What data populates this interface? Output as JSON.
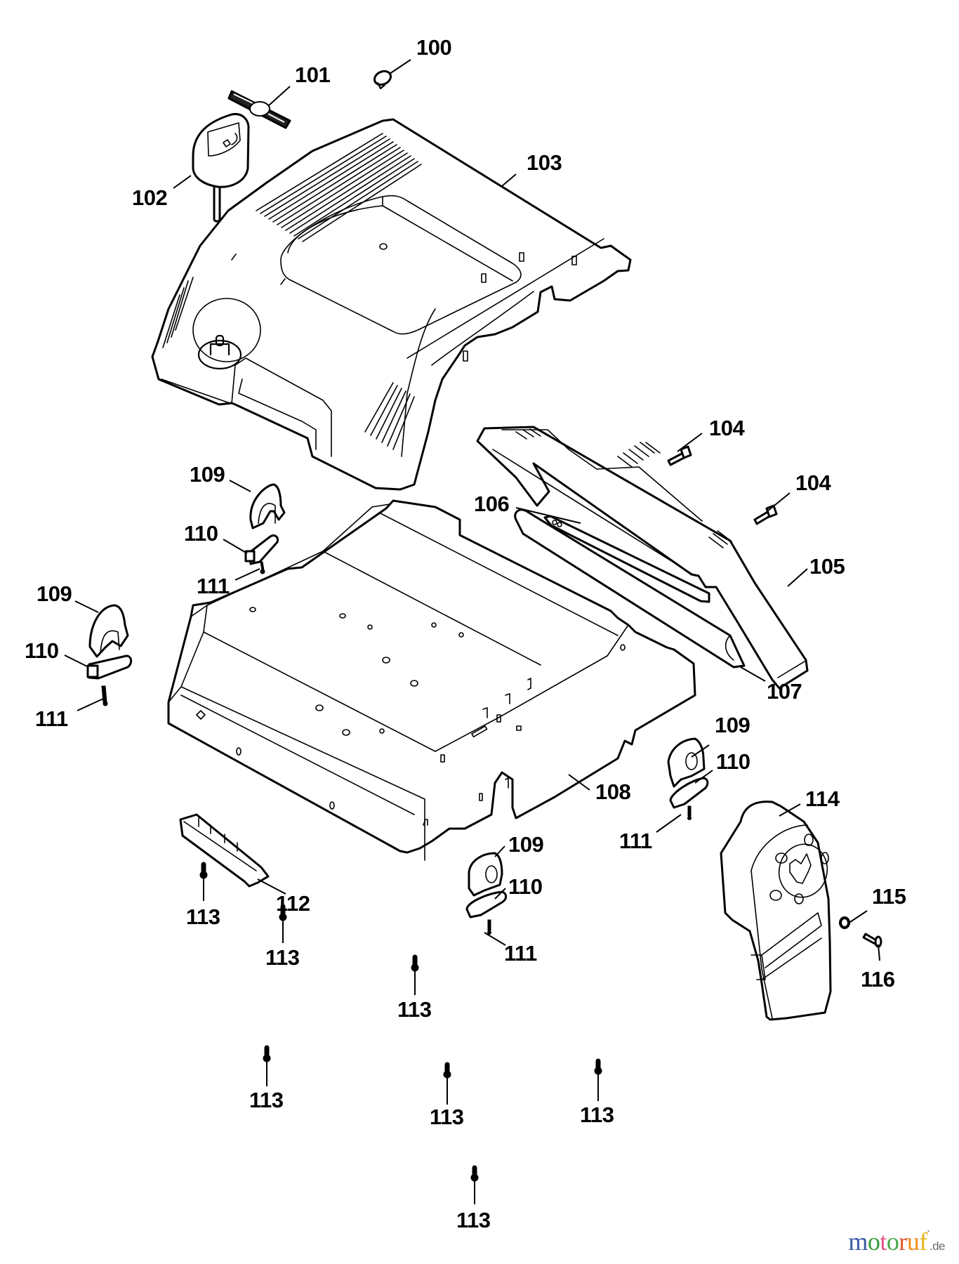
{
  "diagram": {
    "type": "exploded parts diagram",
    "parts": [
      {
        "number": "100",
        "name": "clip"
      },
      {
        "number": "101",
        "name": "badge"
      },
      {
        "number": "102",
        "name": "knob-with-shaft"
      },
      {
        "number": "103",
        "name": "top-cover"
      },
      {
        "number": "104",
        "name": "screw"
      },
      {
        "number": "105",
        "name": "handle-cover"
      },
      {
        "number": "106",
        "name": "strip"
      },
      {
        "number": "107",
        "name": "rod"
      },
      {
        "number": "108",
        "name": "chassis-housing"
      },
      {
        "number": "109",
        "name": "wheel-bracket"
      },
      {
        "number": "110",
        "name": "bracket-clamp"
      },
      {
        "number": "111",
        "name": "small-screw"
      },
      {
        "number": "112",
        "name": "rail"
      },
      {
        "number": "113",
        "name": "screw"
      },
      {
        "number": "114",
        "name": "side-cover"
      },
      {
        "number": "115",
        "name": "nut"
      },
      {
        "number": "116",
        "name": "bolt"
      }
    ],
    "callouts": {
      "c100": "100",
      "c101": "101",
      "c102": "102",
      "c103": "103",
      "c104a": "104",
      "c104b": "104",
      "c105": "105",
      "c106": "106",
      "c107": "107",
      "c108": "108",
      "c109a": "109",
      "c110a": "110",
      "c111a": "111",
      "c109b": "109",
      "c110b": "110",
      "c111b": "111",
      "c109c": "109",
      "c110c": "110",
      "c111c": "111",
      "c109d": "109",
      "c110d": "110",
      "c111d": "111",
      "c112": "112",
      "c113a": "113",
      "c113b": "113",
      "c113c": "113",
      "c113d": "113",
      "c113e": "113",
      "c113f": "113",
      "c113g": "113",
      "c114": "114",
      "c115": "115",
      "c116": "116"
    }
  },
  "watermark": {
    "letters": [
      {
        "char": "m",
        "color": "#3b5ba8"
      },
      {
        "char": "o",
        "color": "#3a9a3a"
      },
      {
        "char": "t",
        "color": "#e0508a"
      },
      {
        "char": "o",
        "color": "#4aa84a"
      },
      {
        "char": "r",
        "color": "#e0552a"
      },
      {
        "char": "u",
        "color": "#f08a1c"
      },
      {
        "char": "f",
        "color": "#e8b21a"
      }
    ],
    "tld": ".de",
    "text": "motoruf.de"
  }
}
